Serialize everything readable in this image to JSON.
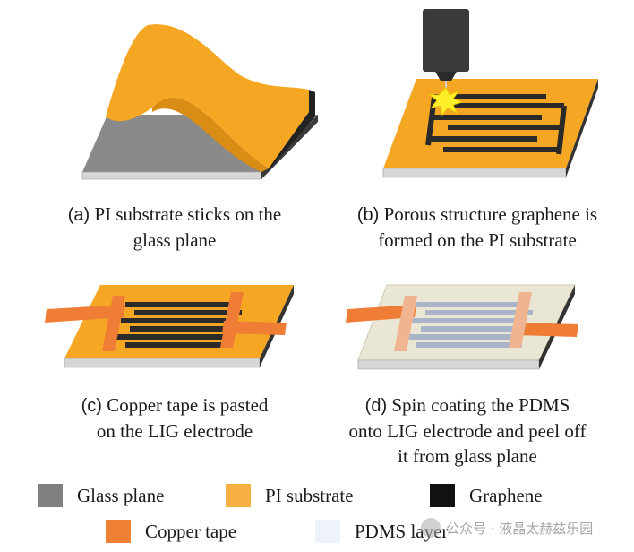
{
  "panels": {
    "a": {
      "tag": "(a)",
      "line1": "PI substrate sticks on the",
      "line2": "glass plane"
    },
    "b": {
      "tag": "(b)",
      "line1": "Porous structure graphene is",
      "line2": "formed on the PI substrate"
    },
    "c": {
      "tag": "(c)",
      "line1": "Copper tape is pasted",
      "line2": "on the LIG electrode"
    },
    "d": {
      "tag": "(d)",
      "line1": "Spin coating the PDMS",
      "line2": "onto LIG electrode and peel off",
      "line3": "it from glass plane"
    }
  },
  "legend": [
    {
      "label": "Glass plane",
      "color": "#808080"
    },
    {
      "label": "PI substrate",
      "color": "#f5b041"
    },
    {
      "label": "Graphene",
      "color": "#111111"
    },
    {
      "label": "Copper tape",
      "color": "#ee7f33"
    },
    {
      "label": "PDMS layer",
      "color": "#eef2fa"
    }
  ],
  "colors": {
    "glass_top": "#8a8a8a",
    "glass_side": "#d0d0d0",
    "glass_edge": "#555555",
    "pi": "#f5a623",
    "pi_dark": "#d98d14",
    "graphene": "#2a2a2a",
    "copper": "#ef7d35",
    "pdms": "#e9e6d3",
    "laser_body": "#3a3a3a",
    "spark": "#ffef2a"
  },
  "watermark": {
    "text": "公众号 · 液晶太赫兹乐园"
  }
}
